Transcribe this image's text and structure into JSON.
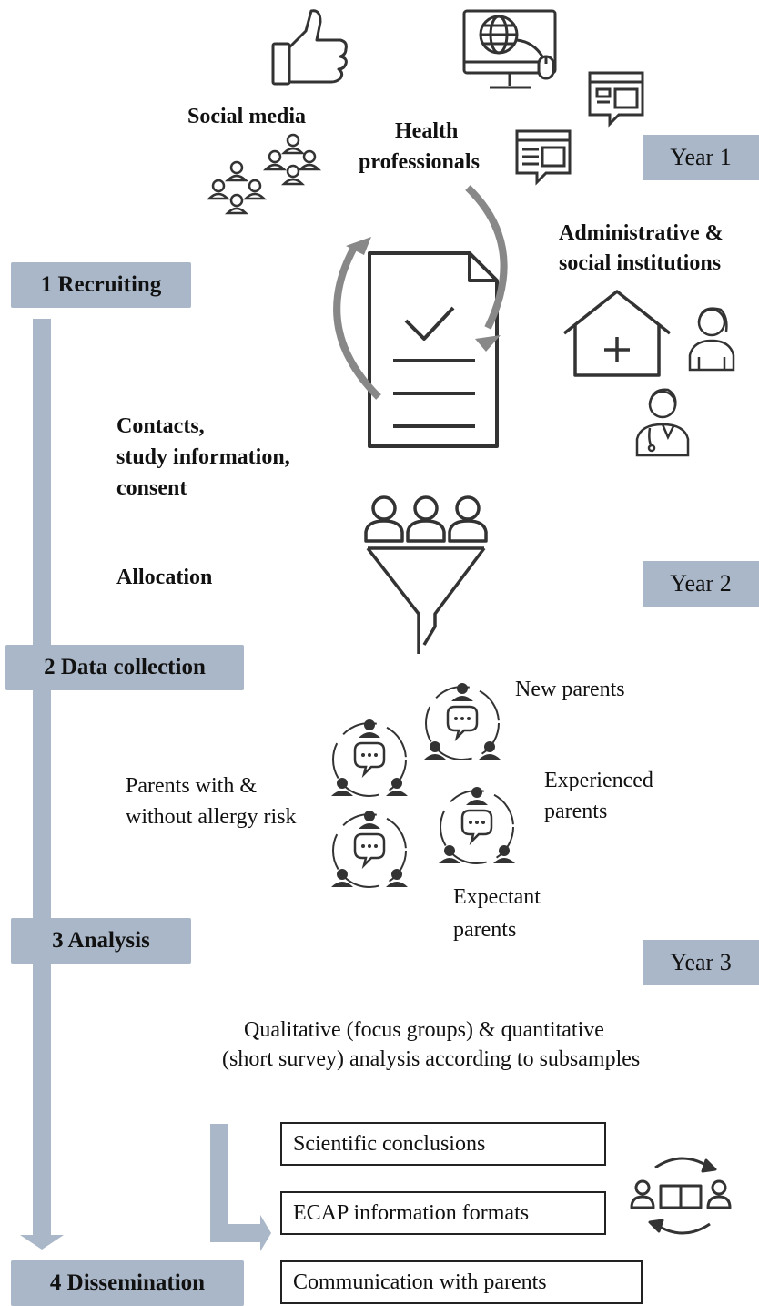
{
  "stages": {
    "recruiting": "1 Recruiting",
    "data_collection": "2 Data collection",
    "analysis": "3 Analysis",
    "dissemination": "4 Dissemination"
  },
  "years": {
    "year1": "Year 1",
    "year2": "Year 2",
    "year3": "Year 3"
  },
  "recruiting": {
    "social_media": "Social media",
    "health_line1": "Health",
    "health_line2": "professionals",
    "admin_line1": "Administrative &",
    "admin_line2": "social institutions",
    "contacts_line1": "Contacts,",
    "contacts_line2": "study information,",
    "contacts_line3": "consent",
    "allocation": "Allocation"
  },
  "groups": {
    "new_parents": "New parents",
    "experienced_line1": "Experienced",
    "experienced_line2": "parents",
    "allergy_line1": "Parents with &",
    "allergy_line2": "without allergy risk",
    "expectant_line1": "Expectant",
    "expectant_line2": "parents"
  },
  "analysis": {
    "line1": "Qualitative (focus groups) & quantitative",
    "line2": "(short survey) analysis according to subsamples"
  },
  "outputs": {
    "scientific": "Scientific conclusions",
    "ecap": "ECAP information formats",
    "communication": "Communication with parents"
  },
  "colors": {
    "label_fill": "#a9b7c8",
    "arrow_fill": "#a9b7c8",
    "icon_stroke": "#333333"
  }
}
